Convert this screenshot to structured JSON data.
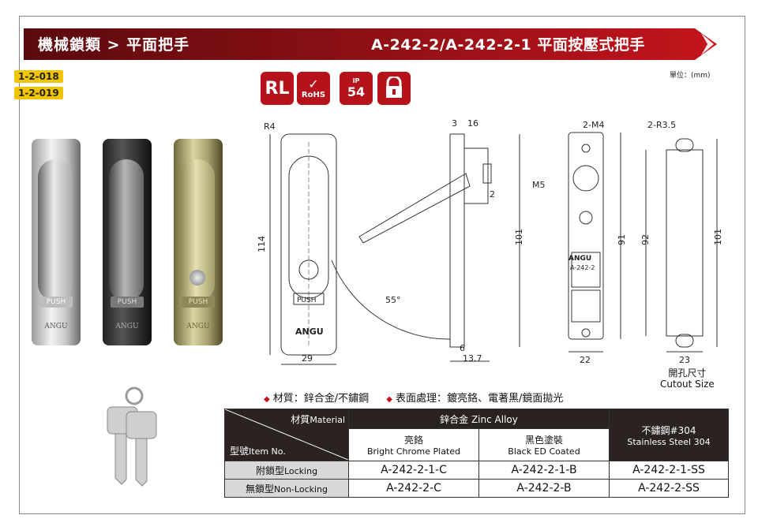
{
  "header": {
    "left_title": "機械鎖類 > 平面把手",
    "right_title": "A-242-2/A-242-2-1 平面按壓式把手"
  },
  "codes": [
    "1-2-018",
    "1-2-019"
  ],
  "unit_label": "單位：(mm)",
  "certs": {
    "rl": "RL",
    "rohs": "RoHS",
    "ip": "IP",
    "ip_num": "54",
    "lock_icon": "lock-icon"
  },
  "photos": {
    "push": "PUSH",
    "brand": "ANGU"
  },
  "drawing": {
    "r4": "R4",
    "h114": "114",
    "w29": "29",
    "brand": "ANGU",
    "push": "PUSH",
    "angle": "55°",
    "d3": "3",
    "d16": "16",
    "d2": "2",
    "d101a": "101",
    "d6": "6",
    "d13_7": "13.7",
    "m4": "2-M4",
    "m5": "M5",
    "plate_brand": "ANGU",
    "plate_model": "A-242-2",
    "d91": "91",
    "d22": "22",
    "r35": "2-R3.5",
    "d92": "92",
    "d101b": "101",
    "d23": "23"
  },
  "cutout": {
    "zh": "開孔尺寸",
    "en": "Cutout Size"
  },
  "bullets": {
    "material": "材質：鋅合金/不鏽鋼",
    "finish": "表面處理：鍍亮鉻、電著黑/鏡面拋光"
  },
  "table": {
    "h_material_zh": "材質",
    "h_material_en": "Material",
    "h_item_zh": "型號",
    "h_item_en": "Item No.",
    "h_zinc": "鋅合金 Zinc Alloy",
    "h_ss_zh": "不鏽鋼#304",
    "h_ss_en": "Stainless Steel 304",
    "h_chrome_zh": "亮鉻",
    "h_chrome_en": "Bright Chrome Plated",
    "h_black_zh": "黑色塗裝",
    "h_black_en": "Black ED Coated",
    "rows": [
      {
        "zh": "附鎖型",
        "en": "Locking",
        "chrome": "A-242-2-1-C",
        "black": "A-242-2-1-B",
        "ss": "A-242-2-1-SS"
      },
      {
        "zh": "無鎖型",
        "en": "Non-Locking",
        "chrome": "A-242-2-C",
        "black": "A-242-2-B",
        "ss": "A-242-2-SS"
      }
    ]
  }
}
